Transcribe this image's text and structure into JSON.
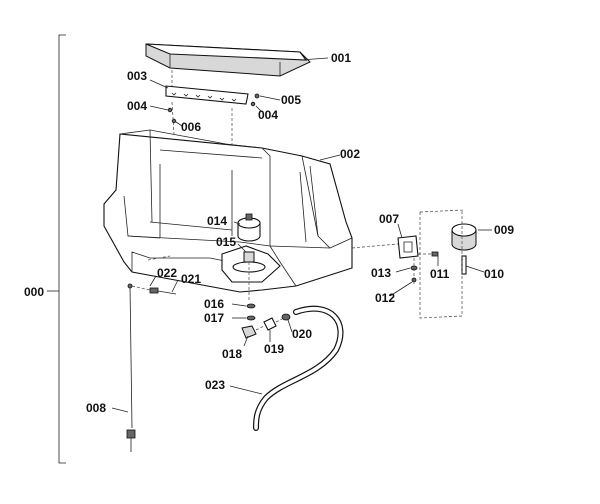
{
  "diagram": {
    "labels": {
      "p000": "000",
      "p001": "001",
      "p002": "002",
      "p003": "003",
      "p004a": "004",
      "p004b": "004",
      "p005": "005",
      "p006": "006",
      "p007": "007",
      "p008": "008",
      "p009": "009",
      "p010": "010",
      "p011": "011",
      "p012": "012",
      "p013": "013",
      "p014": "014",
      "p015": "015",
      "p016": "016",
      "p017": "017",
      "p018": "018",
      "p019": "019",
      "p020": "020",
      "p021": "021",
      "p022": "022",
      "p023": "023"
    }
  }
}
